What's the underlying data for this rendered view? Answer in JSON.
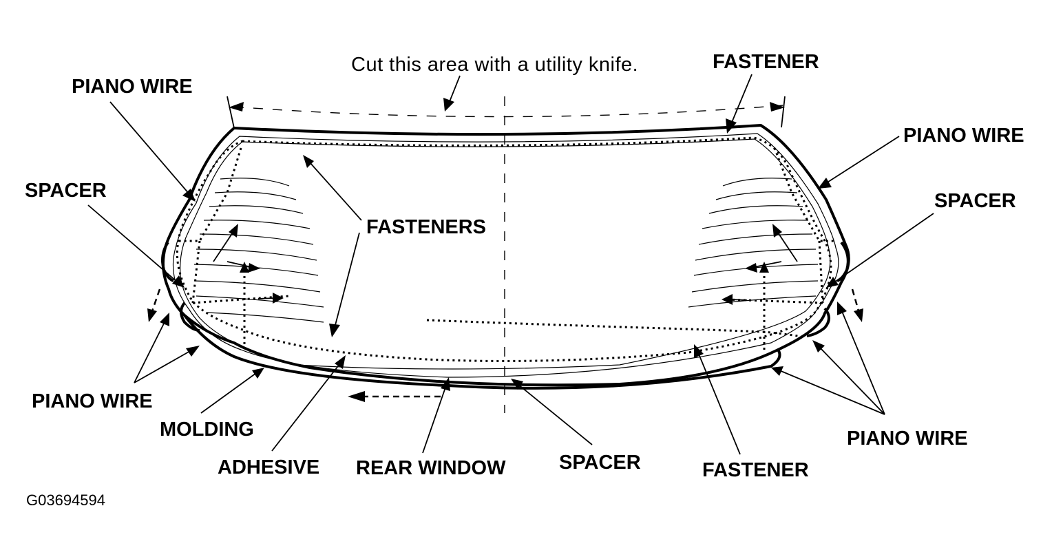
{
  "labels": {
    "cut_note": "Cut this area with a utility knife.",
    "fastener_top": "FASTENER",
    "piano_wire_top_left": "PIANO WIRE",
    "piano_wire_top_right": "PIANO WIRE",
    "spacer_left": "SPACER",
    "spacer_right": "SPACER",
    "fasteners_center": "FASTENERS",
    "piano_wire_bottom_left": "PIANO WIRE",
    "molding": "MOLDING",
    "adhesive": "ADHESIVE",
    "rear_window": "REAR WINDOW",
    "spacer_bottom": "SPACER",
    "fastener_bottom": "FASTENER",
    "piano_wire_bottom_right": "PIANO WIRE"
  },
  "figure_id": "G03694594"
}
